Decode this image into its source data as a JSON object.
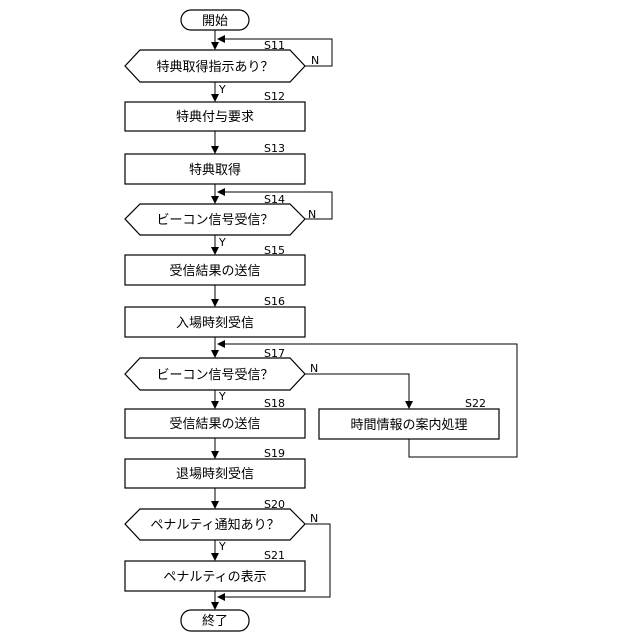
{
  "flowchart": {
    "start": {
      "label": "開始"
    },
    "end": {
      "label": "終了"
    },
    "steps": {
      "s11": {
        "id": "S11",
        "label": "特典取得指示あり？",
        "yes": "Y",
        "no": "N"
      },
      "s12": {
        "id": "S12",
        "label": "特典付与要求"
      },
      "s13": {
        "id": "S13",
        "label": "特典取得"
      },
      "s14": {
        "id": "S14",
        "label": "ビーコン信号受信？",
        "yes": "Y",
        "no": "N"
      },
      "s15": {
        "id": "S15",
        "label": "受信結果の送信"
      },
      "s16": {
        "id": "S16",
        "label": "入場時刻受信"
      },
      "s17": {
        "id": "S17",
        "label": "ビーコン信号受信？",
        "yes": "Y",
        "no": "N"
      },
      "s18": {
        "id": "S18",
        "label": "受信結果の送信"
      },
      "s19": {
        "id": "S19",
        "label": "退場時刻受信"
      },
      "s20": {
        "id": "S20",
        "label": "ペナルティ通知あり？",
        "yes": "Y",
        "no": "N"
      },
      "s21": {
        "id": "S21",
        "label": "ペナルティの表示"
      },
      "s22": {
        "id": "S22",
        "label": "時間情報の案内処理"
      }
    }
  }
}
